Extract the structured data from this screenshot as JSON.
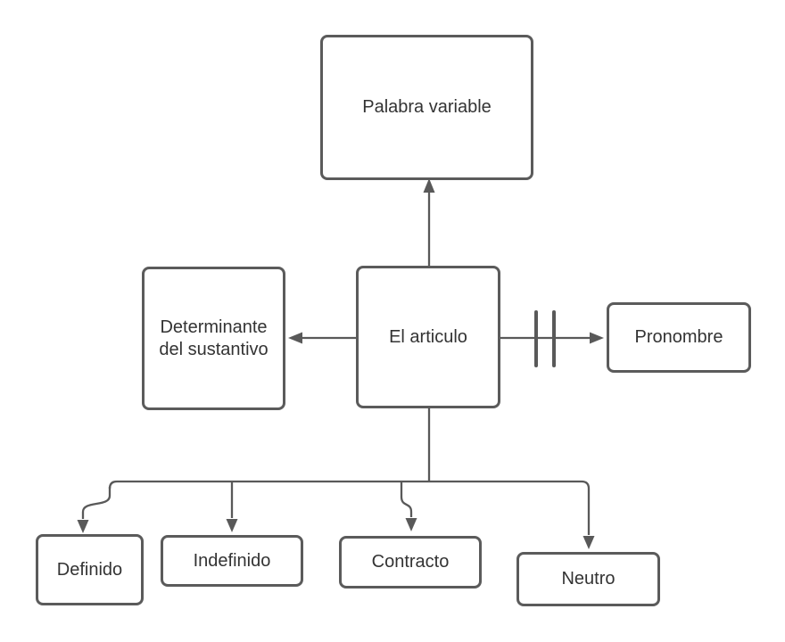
{
  "diagram": {
    "type": "concept-map",
    "topic": "El articulo",
    "background_color": "#ffffff",
    "stroke_color": "#595959",
    "node_border_color": "#5b5b5b",
    "text_color": "#333333",
    "nodes": {
      "palabra_variable": {
        "label": "Palabra variable"
      },
      "el_articulo": {
        "label": "El articulo"
      },
      "determinante": {
        "label": "Determinante del sustantivo"
      },
      "pronombre": {
        "label": "Pronombre"
      },
      "definido": {
        "label": "Definido"
      },
      "indefinido": {
        "label": "Indefinido"
      },
      "contracto": {
        "label": "Contracto"
      },
      "neutro": {
        "label": "Neutro"
      }
    },
    "edges": [
      {
        "from": "el_articulo",
        "to": "palabra_variable",
        "arrow": "up"
      },
      {
        "from": "el_articulo",
        "to": "determinante",
        "arrow": "left"
      },
      {
        "from": "el_articulo",
        "to": "pronombre",
        "arrow": "right",
        "marker": "double-tick"
      },
      {
        "from": "el_articulo",
        "to": "definido",
        "arrow": "down",
        "shape": "s-curve-left"
      },
      {
        "from": "el_articulo",
        "to": "indefinido",
        "arrow": "down",
        "shape": "straight"
      },
      {
        "from": "el_articulo",
        "to": "contracto",
        "arrow": "down",
        "shape": "s-curve-right"
      },
      {
        "from": "el_articulo",
        "to": "neutro",
        "arrow": "down",
        "shape": "corner"
      }
    ]
  }
}
